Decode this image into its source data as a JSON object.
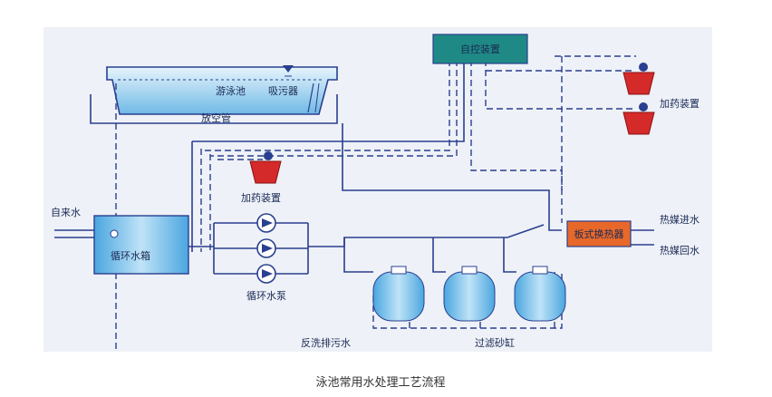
{
  "labels": {
    "control": "自控装置",
    "dosing_top": "加药装置",
    "pool": "游泳池",
    "suction": "吸污器",
    "drain_pipe": "放空管",
    "dosing_mid": "加药装置",
    "tap_water": "自来水",
    "circ_tank": "循环水箱",
    "circ_pump": "循环水泵",
    "heat_exchanger": "板式换热器",
    "heat_in": "热媒进水",
    "heat_return": "热媒回水",
    "backwash": "反洗排污水",
    "sand_filter": "过滤砂缸"
  },
  "caption": "泳池常用水处理工艺流程",
  "colors": {
    "pipe": "#2a3f8f",
    "control_box": "#1f8a85",
    "heat_exchanger": "#e8682a",
    "dosing_red": "#d42a2a",
    "water": "#7ec3ea",
    "panel": "#eef1f7"
  }
}
